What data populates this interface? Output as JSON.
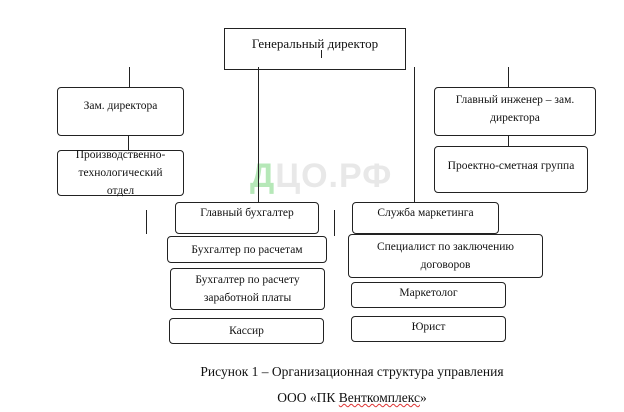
{
  "watermark": {
    "first": "Д",
    "rest": "ЦО.РФ"
  },
  "nodes": {
    "ceo": "Генеральный директор",
    "deputy": "Зам. директора",
    "production": "Производственно-технологический отдел",
    "chief_engineer": "Главный инженер – зам. директора",
    "design_estimate": "Проектно-сметная группа",
    "chief_accountant": "Главный бухгалтер",
    "accountant_settlements": "Бухгалтер по расчетам",
    "accountant_payroll": "Бухгалтер по расчету заработной платы",
    "cashier": "Кассир",
    "marketing": "Служба маркетинга",
    "contracts_specialist": "Специалист по заключению договоров",
    "marketer": "Маркетолог",
    "lawyer": "Юрист"
  },
  "caption": {
    "line1": "Рисунок 1 – Организационная структура управления",
    "line2_prefix": "ООО «ПК ",
    "line2_name": "Венткомплекс",
    "line2_suffix": "»"
  }
}
